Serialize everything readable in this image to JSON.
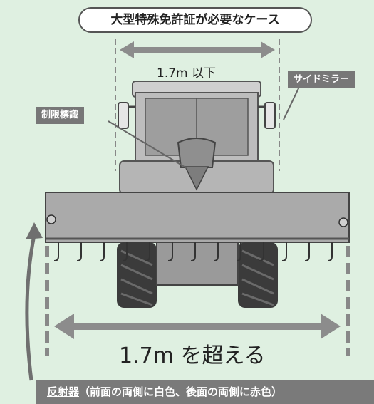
{
  "title": "大型特殊免許証が必要なケース",
  "top_dimension": "1.7m 以下",
  "labels": {
    "side_mirror": "サイドミラー",
    "limit_sign": "制限標識"
  },
  "bottom_dimension": "1.7m を超える",
  "caption": {
    "term": "反射器",
    "detail": "（前面の両側に白色、後面の両側に赤色）"
  },
  "colors": {
    "background": "#dff0e1",
    "label_bg": "#777777",
    "arrow": "#8c8c8c",
    "machine": "#aaaaaa"
  }
}
